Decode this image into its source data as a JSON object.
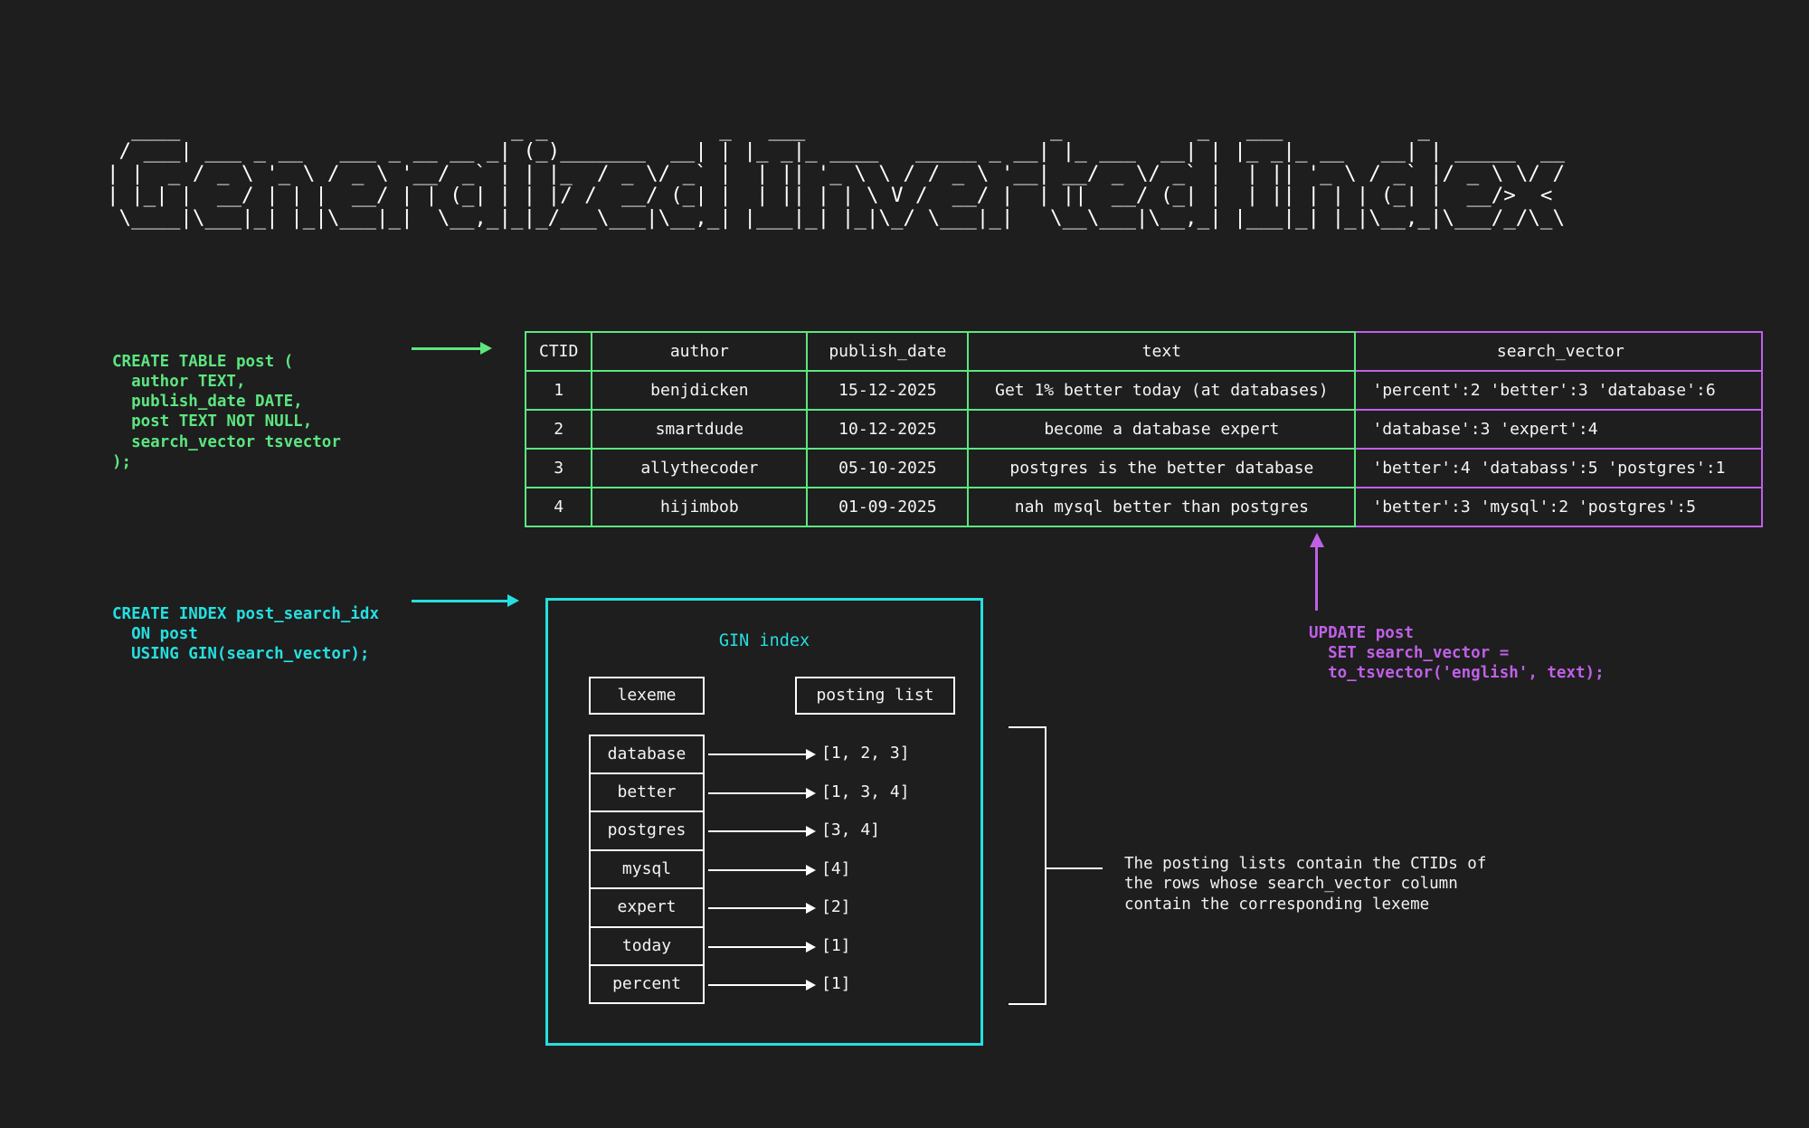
{
  "title": {
    "text": "Generalized Inverted Index",
    "ascii": "  ____                           _ _              _   ___                    _           _   ___           _\n / ___| ___ _ __   ___ _ __ __ _| (_)_______  __| | |_ _|_ ____   _____ _ __| |_ ___  __| | |_ _|_ __   __| | _____  __\n| |  _ / _ \\ '_ \\ / _ \\ '__/ _` | | |_  / _ \\/ _` |  | || '_ \\ \\ / / _ \\ '__| __/ _ \\/ _` |  | || '_ \\ / _` |/ _ \\ \\/ /\n| |_| |  __/ | | |  __/ | | (_| | | |/ /  __/ (_| |  | || | | \\ V /  __/ |  | ||  __/ (_| |  | || | | | (_| |  __/>  <\n \\____|\\___|_| |_|\\___|_|  \\__,_|_|_/___\\___|\\__,_| |___|_| |_|\\_/ \\___|_|   \\__\\___|\\__,_| |___|_| |_|\\__,_|\\___/_/\\_\\"
  },
  "colors": {
    "background": "#1e1e1e",
    "green": "#5ce680",
    "cyan": "#26dfe0",
    "purple": "#c060e8",
    "white": "#f2f2f2"
  },
  "create_table": {
    "code": "CREATE TABLE post (\n  author TEXT,\n  publish_date DATE,\n  post TEXT NOT NULL,\n  search_vector tsvector\n);"
  },
  "create_index": {
    "code": "CREATE INDEX post_search_idx\n  ON post\n  USING GIN(search_vector);"
  },
  "update_stmt": {
    "code": "UPDATE post\n  SET search_vector =\n  to_tsvector('english', text);"
  },
  "post_table": {
    "columns": [
      "CTID",
      "author",
      "publish_date",
      "text",
      "search_vector"
    ],
    "rows": [
      {
        "ctid": "1",
        "author": "benjdicken",
        "publish_date": "15-12-2025",
        "text": "Get 1% better today (at databases)",
        "search_vector": "'percent':2 'better':3 'database':6"
      },
      {
        "ctid": "2",
        "author": "smartdude",
        "publish_date": "10-12-2025",
        "text": "become a database expert",
        "search_vector": "'database':3 'expert':4"
      },
      {
        "ctid": "3",
        "author": "allythecoder",
        "publish_date": "05-10-2025",
        "text": "postgres is the better database",
        "search_vector": "'better':4 'databass':5 'postgres':1"
      },
      {
        "ctid": "4",
        "author": "hijimbob",
        "publish_date": "01-09-2025",
        "text": "nah mysql better than postgres",
        "search_vector": "'better':3 'mysql':2 'postgres':5"
      }
    ]
  },
  "gin_index": {
    "title": "GIN index",
    "header_lexeme": "lexeme",
    "header_posting": "posting list",
    "entries": [
      {
        "lexeme": "database",
        "posting": "[1, 2, 3]"
      },
      {
        "lexeme": "better",
        "posting": "[1, 3, 4]"
      },
      {
        "lexeme": "postgres",
        "posting": "[3, 4]"
      },
      {
        "lexeme": "mysql",
        "posting": "[4]"
      },
      {
        "lexeme": "expert",
        "posting": "[2]"
      },
      {
        "lexeme": "today",
        "posting": "[1]"
      },
      {
        "lexeme": "percent",
        "posting": "[1]"
      }
    ]
  },
  "annotation": {
    "note": "The posting lists contain the CTIDs of\nthe rows whose search_vector column\ncontain the corresponding lexeme"
  }
}
